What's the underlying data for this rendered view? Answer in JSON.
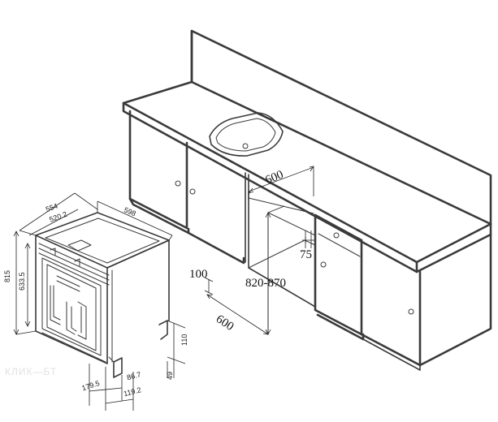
{
  "kitchen_dimensions": {
    "niche_width": "600",
    "niche_height": "820-870",
    "niche_depth": "600",
    "plinth_height": "100",
    "gap": "75"
  },
  "appliance_dimensions": {
    "depth_total": "554",
    "depth_body": "520.2",
    "width": "598",
    "height_total": "815",
    "height_body": "633.5",
    "foot_110": "110",
    "foot_49": "49",
    "door_179_5": "179.5",
    "door_86_7": "86.7",
    "door_119_2": "119.2"
  },
  "watermark": "КЛИК—БТ"
}
